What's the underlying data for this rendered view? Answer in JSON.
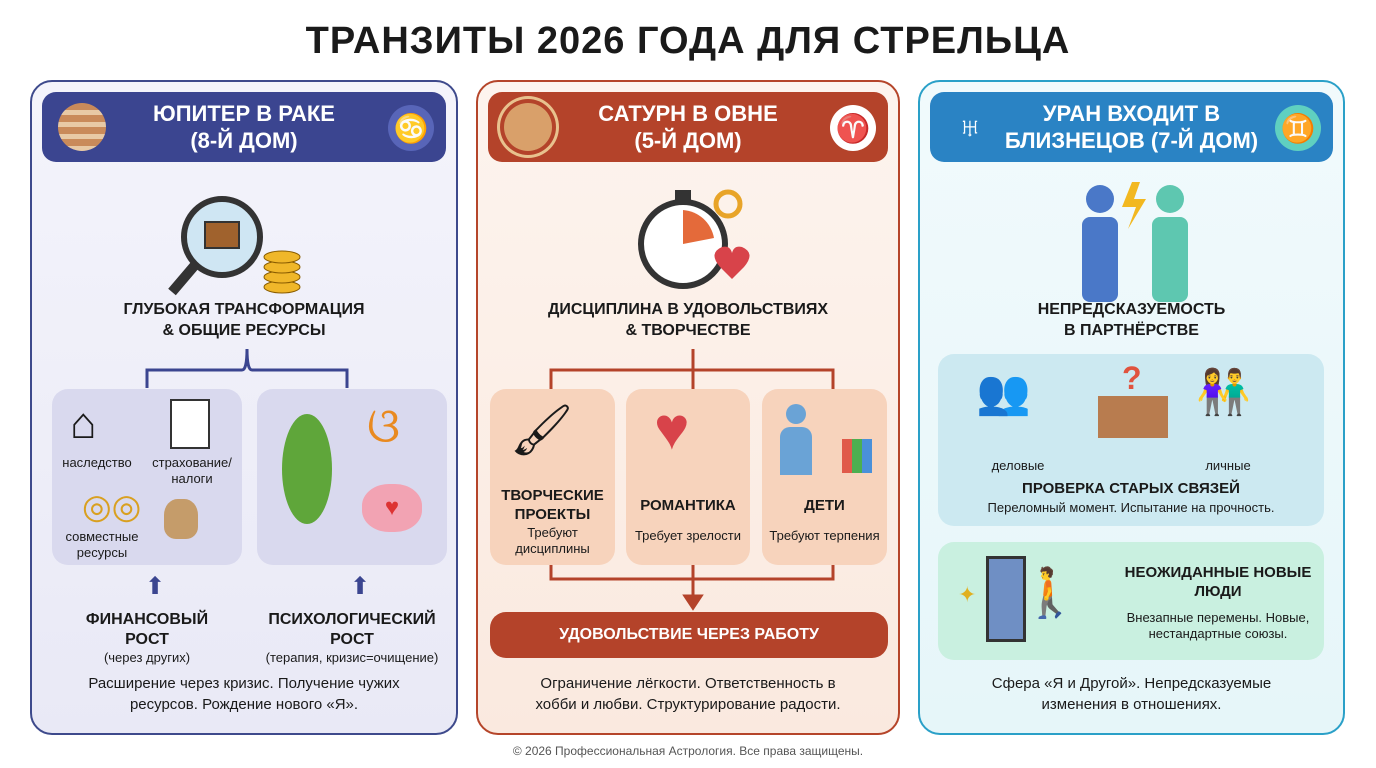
{
  "title": "ТРАНЗИТЫ 2026 ГОДА ДЛЯ СТРЕЛЬЦА",
  "panels": [
    {
      "header": [
        "ЮПИТЕР В РАКЕ",
        "(8-Й ДОМ)"
      ],
      "sign": "♋",
      "theme": [
        "ГЛУБОКАЯ ТРАНСФОРМАЦИЯ",
        "& ОБЩИЕ РЕСУРСЫ"
      ],
      "items": [
        "наследство",
        "страхование/ налоги",
        "совместные ресурсы"
      ],
      "growth": [
        {
          "title": "ФИНАНСОВЫЙ РОСТ",
          "note": "(через других)"
        },
        {
          "title": "ПСИХОЛОГИЧЕСКИЙ РОСТ",
          "note": "(терапия, кризис=очищение)"
        }
      ],
      "desc": "Расширение через кризис. Получение чужих ресурсов. Рождение нового «Я».",
      "color": "#3b4590"
    },
    {
      "header": [
        "САТУРН В ОВНЕ",
        "(5-Й ДОМ)"
      ],
      "sign": "♈",
      "theme": [
        "ДИСЦИПЛИНА В УДОВОЛЬСТВИЯХ",
        "& ТВОРЧЕСТВЕ"
      ],
      "cards": [
        {
          "title": "ТВОРЧЕСКИЕ ПРОЕКТЫ",
          "note": "Требуют дисциплины"
        },
        {
          "title": "РОМАНТИКА",
          "note": "Требует зрелости"
        },
        {
          "title": "ДЕТИ",
          "note": "Требуют терпения"
        }
      ],
      "result": "УДОВОЛЬСТВИЕ ЧЕРЕЗ РАБОТУ",
      "desc": "Ограничение лёгкости. Ответственность в хобби и любви. Структурирование радости.",
      "color": "#b4432a"
    },
    {
      "header": [
        "УРАН ВХОДИТ В",
        "БЛИЗНЕЦОВ (7-Й ДОМ)"
      ],
      "sign": "♊",
      "theme": [
        "НЕПРЕДСКАЗУЕМОСТЬ",
        "В ПАРТНЁРСТВЕ"
      ],
      "check": {
        "labels": [
          "деловые",
          "личные"
        ],
        "title": "ПРОВЕРКА СТАРЫХ СВЯЗЕЙ",
        "note": "Переломный момент. Испытание на прочность."
      },
      "new": {
        "title": "НЕОЖИДАННЫЕ НОВЫЕ ЛЮДИ",
        "note": "Внезапные перемены. Новые, нестандартные союзы."
      },
      "desc": "Сфера «Я и Другой». Непредсказуемые изменения в отношениях.",
      "color": "#2a83c4"
    }
  ],
  "footer": "© 2026 Профессиональная Астрология. Все права защищены."
}
